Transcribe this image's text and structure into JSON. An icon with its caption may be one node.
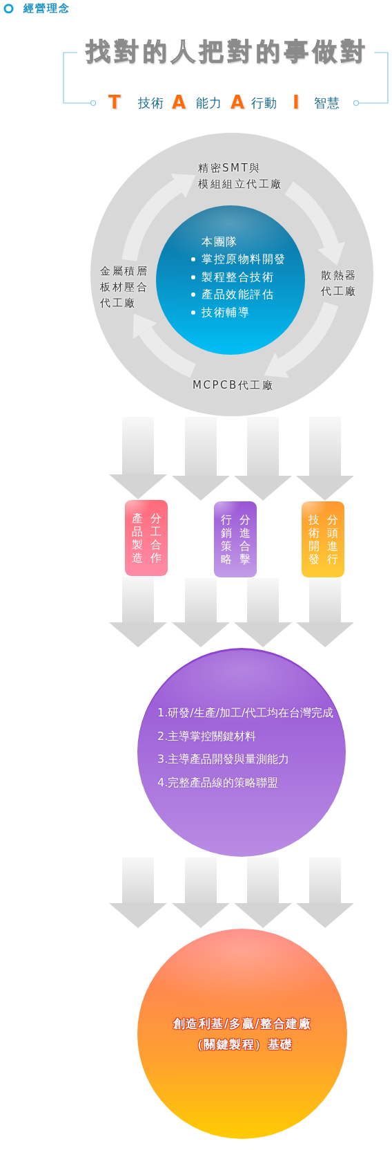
{
  "diagram": {
    "title": "經營理念",
    "nodes": [
      {
        "text": [],
        "shape": "circle"
      },
      {
        "text": [
          "精密SMT與模組組立代工廠"
        ],
        "in": 0
      },
      {
        "text": [
          "金屬積層板材壓合代工廠"
        ],
        "in": 0
      },
      {
        "text": [
          "本團隊",
          "掌控原物料開發",
          "製程整合技術",
          "產品效能評估",
          "技術輔導"
        ],
        "in": 0
      },
      {
        "text": [
          "散熱器代工廠"
        ],
        "in": 0
      },
      {
        "text": [
          "MCPCB代工廠"
        ],
        "in": 0
      },
      {
        "text": [
          "產品製造",
          "分工合作"
        ]
      },
      {
        "text": [
          "行銷策略",
          "分進合擊"
        ]
      },
      {
        "text": [
          "技術開發",
          "分頭進行"
        ]
      },
      {
        "text": [
          "1.研發/生產/加工/代工均在台灣完成",
          "2.主導掌控關鍵材料",
          "3.主導產品開發與量測能力",
          "4.完整產品線的策略聯盟"
        ]
      },
      {
        "text": [
          "創造利基/多贏/整合建廠（關鍵製程）基礎"
        ]
      }
    ],
    "edges": [
      {
        "from": 2,
        "to": 1,
        "arrow": "to",
        "color": "#ebebeb"
      },
      {
        "from": 1,
        "to": 4,
        "arrow": "to",
        "color": "#ebebeb"
      },
      {
        "from": 4,
        "to": 5,
        "arrow": "to",
        "color": "#ebebeb"
      },
      {
        "from": 5,
        "to": 2,
        "arrow": "to",
        "color": "#ebebeb"
      },
      {
        "from": 0,
        "to": 6,
        "arrow": "to"
      },
      {
        "from": 0,
        "to": 7,
        "arrow": "to"
      },
      {
        "from": 0,
        "to": 7,
        "arrow": "to"
      },
      {
        "from": 0,
        "to": 8,
        "arrow": "to"
      },
      {
        "from": 6,
        "to": 9,
        "arrow": "to"
      },
      {
        "from": 7,
        "to": 9,
        "arrow": "to"
      },
      {
        "from": 7,
        "to": 9,
        "arrow": "to"
      },
      {
        "from": 8,
        "to": 9,
        "arrow": "to"
      },
      {
        "from": 9,
        "to": 10,
        "arrow": "to"
      },
      {
        "from": 9,
        "to": 10,
        "arrow": "to"
      },
      {
        "from": 9,
        "to": 10,
        "arrow": "to"
      },
      {
        "from": 9,
        "to": 10,
        "arrow": "to"
      }
    ],
    "labels": [
      "找對的人把對的事做對",
      "T",
      "技術",
      "A",
      "能力",
      "A",
      "行動",
      "I",
      "智慧"
    ]
  }
}
